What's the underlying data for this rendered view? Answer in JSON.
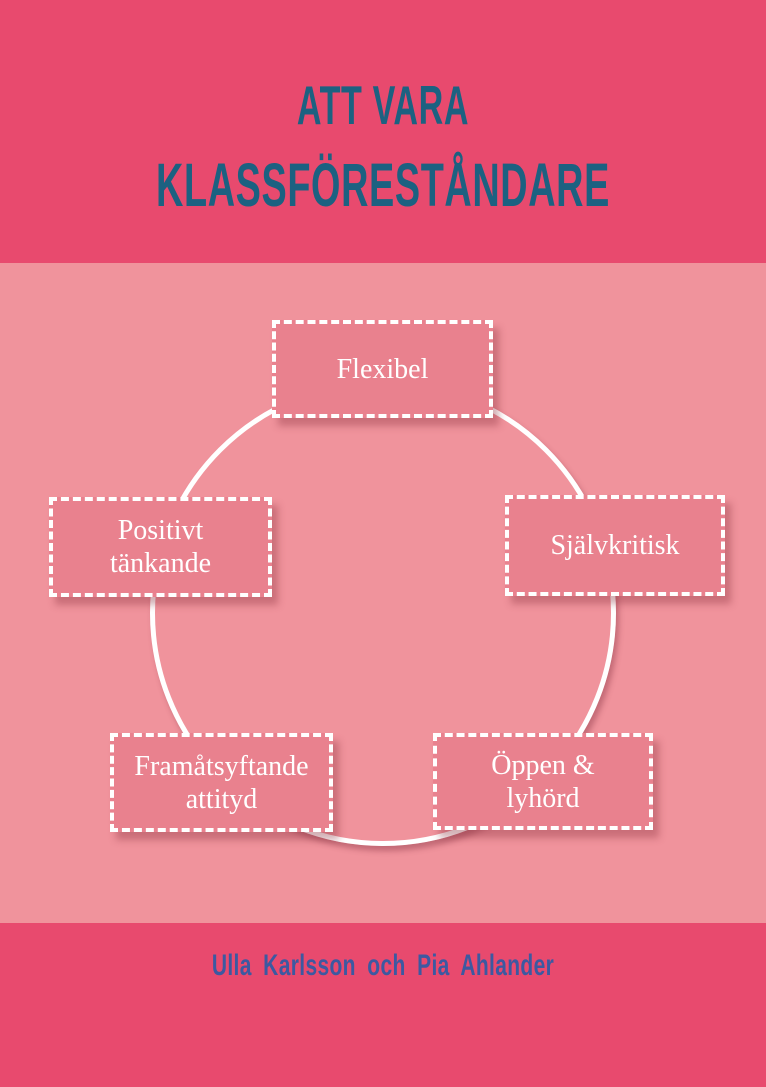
{
  "cover": {
    "title_line1": "ATT VARA",
    "title_line2": "KLASSFÖRESTÅNDARE",
    "authors": "Ulla Karlsson och Pia Ahlander"
  },
  "diagram": {
    "type": "cycle",
    "nodes": [
      {
        "id": "flexibel",
        "line1": "Flexibel",
        "line2": ""
      },
      {
        "id": "sjalvkritisk",
        "line1": "Självkritisk",
        "line2": ""
      },
      {
        "id": "oppen-lyhord",
        "line1": "Öppen &",
        "line2": "lyhörd"
      },
      {
        "id": "framatsyftande-attityd",
        "line1": "Framåtsyftande",
        "line2": "attityd"
      },
      {
        "id": "positivt-tankande",
        "line1": "Positivt",
        "line2": "tänkande"
      }
    ]
  },
  "colors": {
    "band_pink": "#e84a6e",
    "background_pink": "#f0939c",
    "node_fill_pink": "#e9818e",
    "node_border": "#ffffff",
    "ring_white": "#ffffff",
    "title_teal": "#1c6181",
    "author_blue": "#3c59a1",
    "node_text": "#ffffff"
  }
}
